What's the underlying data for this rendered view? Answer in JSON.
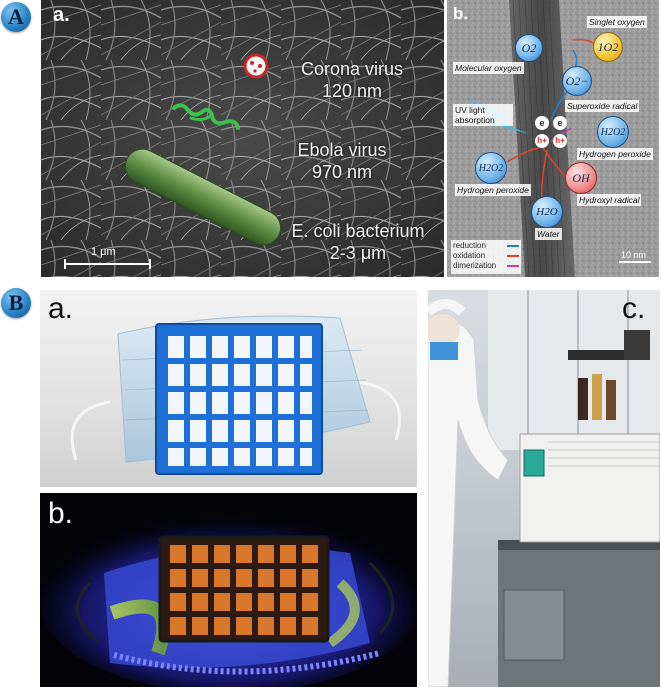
{
  "section_a": {
    "badge": "A",
    "panel_a": {
      "label": "a.",
      "corona_name": "Corona virus",
      "corona_size": "120 nm",
      "ebola_name": "Ebola virus",
      "ebola_size": "970 nm",
      "ecoli_name": "E. coli bacterium",
      "ecoli_size": "2-3 μm",
      "scalebar": "1 μm"
    },
    "panel_b": {
      "label": "b.",
      "o2": "O2",
      "singlet_o2": "1O2",
      "superoxide": "O2−",
      "h2o2_right": "H2O2",
      "h2o2_left": "H2O2",
      "oh": "OH",
      "h2o": "H2O",
      "electron": "e",
      "electron2": "e",
      "hole": "h+",
      "hole2": "h+",
      "labels": {
        "singlet_oxygen": "Singlet oxygen",
        "molecular_oxygen": "Molecular oxygen",
        "superoxide_radical": "Superoxide radical",
        "uv_absorption": "UV light absorption",
        "hydrogen_peroxide_right": "Hydrogen peroxide",
        "hydrogen_peroxide_left": "Hydrogen peroxide",
        "hydroxyl_radical": "Hydroxyl radical",
        "water": "Water"
      },
      "legend": {
        "reduction": "reduction",
        "oxidation": "oxidation",
        "dimerization": "dimerization"
      },
      "legend_colors": {
        "reduction": "#1f7fd1",
        "oxidation": "#e0452b",
        "dimerization": "#c23fb0"
      },
      "scalebar": "10 nm"
    }
  },
  "section_b": {
    "badge": "B",
    "panel_a_label": "a.",
    "panel_b_label": "b.",
    "panel_c_label": "c."
  }
}
